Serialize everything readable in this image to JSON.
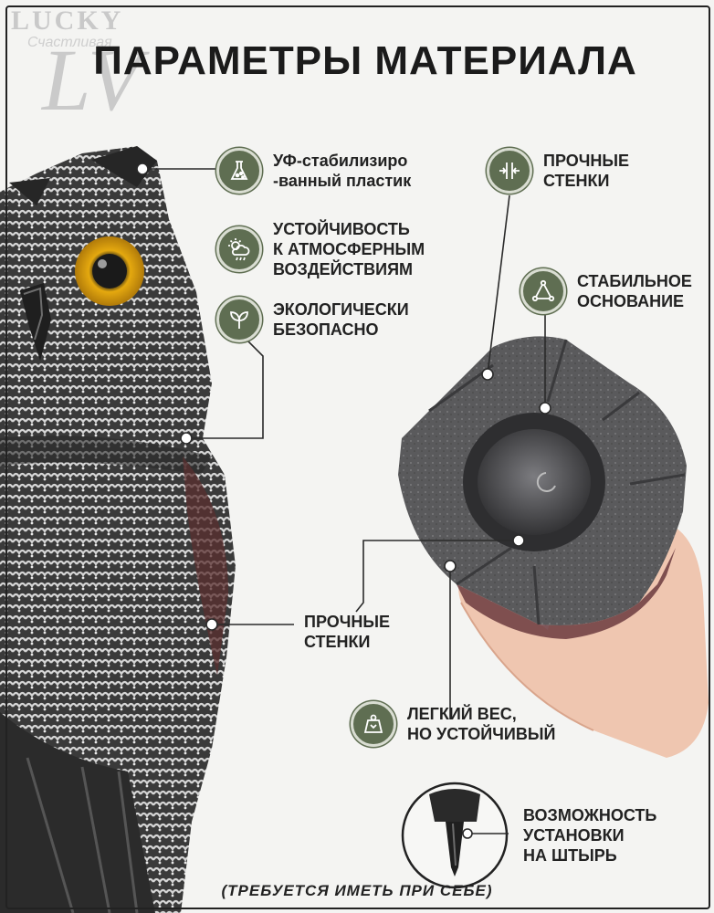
{
  "title": "ПАРАМЕТРЫ МАТЕРИАЛА",
  "logo": {
    "word": "LUCKY",
    "sub": "Счастливая",
    "mark": "LV"
  },
  "features": {
    "uv": {
      "line1": "УФ-стабилизиро",
      "line2": "-ванный пластик",
      "icon": "uv-plastic-icon"
    },
    "weather": {
      "line1": "УСТОЙЧИВОСТЬ",
      "line2": "К АТМОСФЕРНЫМ",
      "line3": "ВОЗДЕЙСТВИЯМ",
      "icon": "weather-icon"
    },
    "eco": {
      "line1": "ЭКОЛОГИЧЕСКИ",
      "line2": "БЕЗОПАСНО",
      "icon": "leaf-icon"
    },
    "walls_top": {
      "line1": "ПРОЧНЫЕ",
      "line2": "СТЕНКИ",
      "icon": "compress-icon"
    },
    "base": {
      "line1": "СТАБИЛЬНОЕ",
      "line2": "ОСНОВАНИЕ",
      "icon": "triangle-icon"
    },
    "walls_mid": {
      "line1": "ПРОЧНЫЕ",
      "line2": "СТЕНКИ"
    },
    "weight": {
      "line1": "ЛЕГКИЙ ВЕС,",
      "line2": "НО УСТОЙЧИВЫЙ",
      "icon": "weight-icon"
    },
    "stake": {
      "line1": "ВОЗМОЖНОСТЬ",
      "line2": "УСТАНОВКИ",
      "line3": "НА ШТЫРЬ"
    }
  },
  "footnote": "(ТРЕБУЕТСЯ ИМЕТЬ ПРИ СЕБЕ)",
  "colors": {
    "accent": "#5f6e52",
    "text": "#222222",
    "background": "#f4f4f2",
    "owl_eye": "#e5a90f"
  }
}
